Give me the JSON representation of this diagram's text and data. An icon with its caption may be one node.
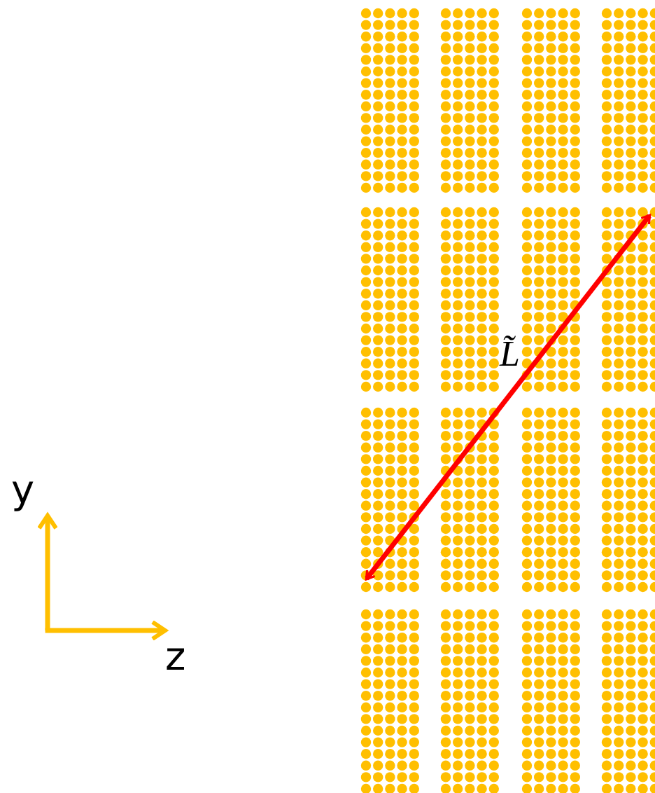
{
  "diagram": {
    "labels": [
      "y",
      "z",
      "L̃"
    ]
  }
}
